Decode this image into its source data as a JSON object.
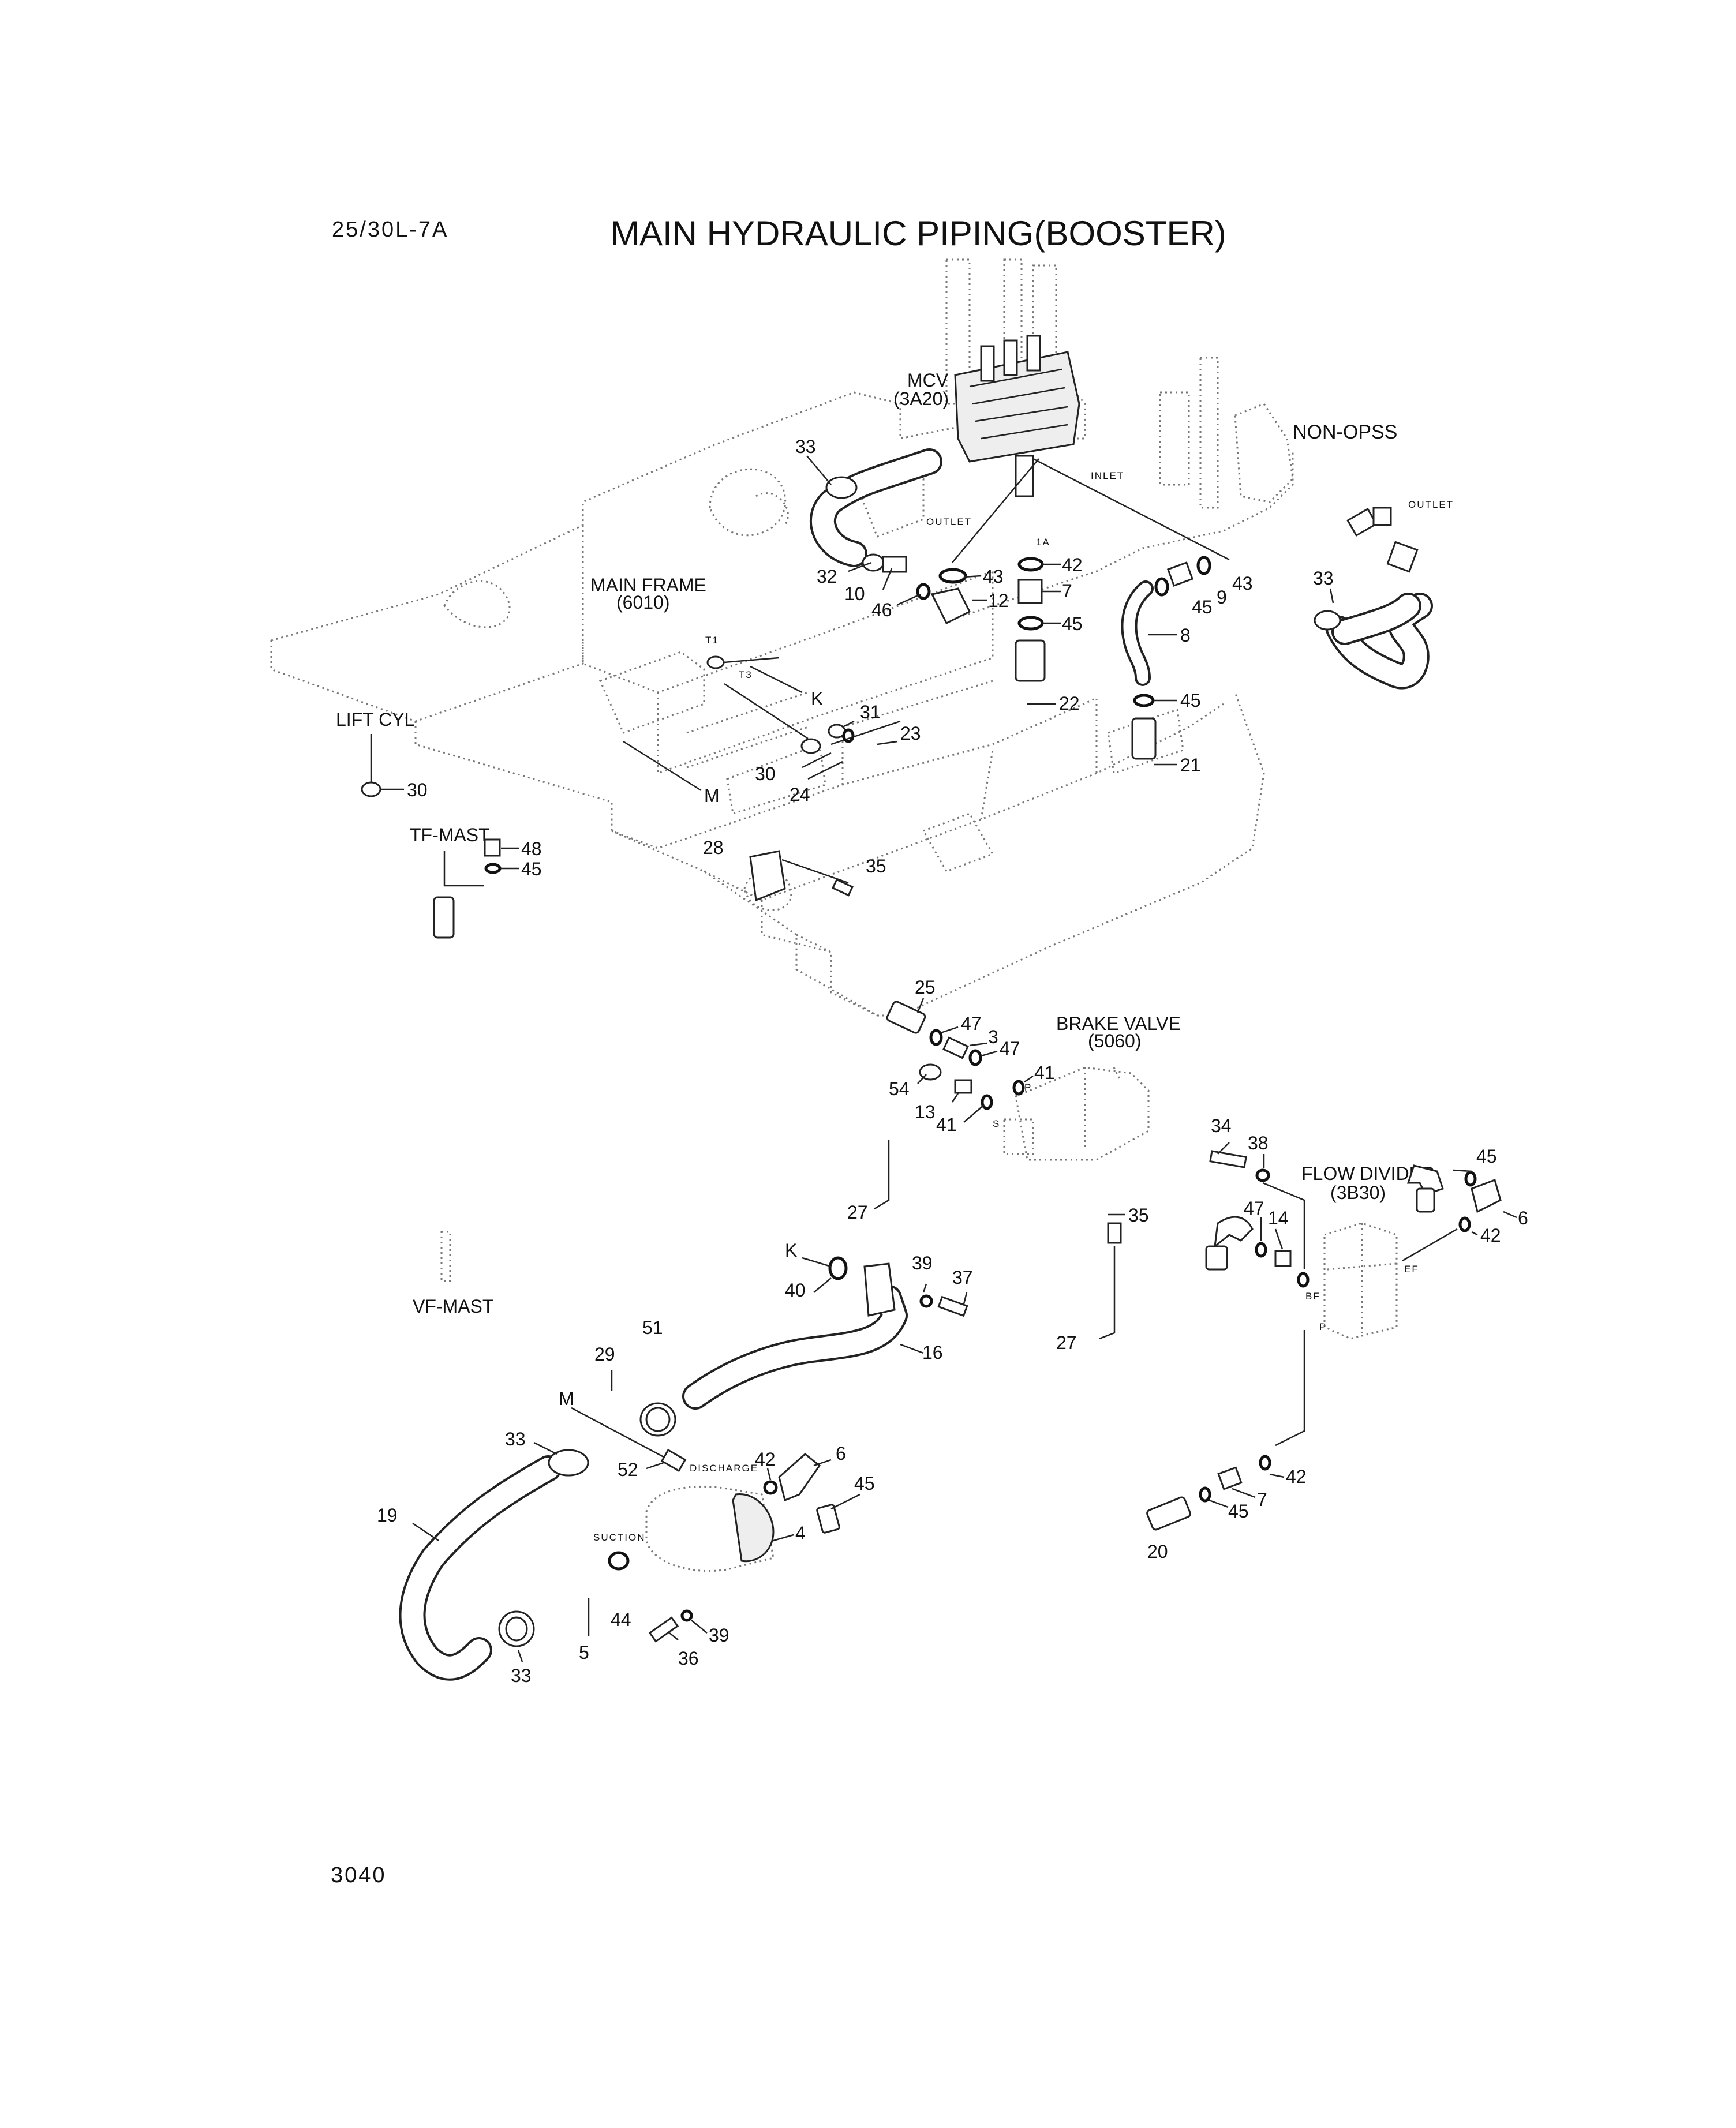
{
  "model": "25/30L-7A",
  "title": "MAIN HYDRAULIC PIPING(BOOSTER)",
  "page_number": "3040",
  "labels": {
    "mcv": "MCV",
    "mcv_ref": "(3A20)",
    "non_opss": "NON-OPSS",
    "main_frame": "MAIN FRAME",
    "main_frame_ref": "(6010)",
    "lift_cyl": "LIFT CYL",
    "tf_mast": "TF-MAST",
    "vf_mast": "VF-MAST",
    "brake_valve": "BRAKE VALVE",
    "brake_valve_ref": "(5060)",
    "flow_divider": "FLOW DIVIDER",
    "flow_divider_ref": "(3B30)"
  },
  "port_labels": {
    "inlet": "INLET",
    "outlet_mcv": "OUTLET",
    "outlet_nonopss": "OUTLET",
    "port_1a": "1A",
    "t1": "T1",
    "t3": "T3",
    "discharge": "DISCHARGE",
    "suction": "SUCTION",
    "p_brake": "P",
    "s_brake": "S",
    "bf": "BF",
    "ef": "EF",
    "p_fd": "P"
  },
  "callouts": {
    "c33_top": "33",
    "c32": "32",
    "c10": "10",
    "c46": "46",
    "c43_a": "43",
    "c12": "12",
    "c42_a": "42",
    "c7_a": "7",
    "c45_a": "45",
    "c9": "9",
    "c45_b": "45",
    "c43_b": "43",
    "c8": "8",
    "c45_c": "45",
    "c21": "21",
    "c22": "22",
    "c33_r": "33",
    "c_k_upper": "K",
    "c31": "31",
    "c23": "23",
    "c30_a": "30",
    "c24": "24",
    "c_m_upper": "M",
    "c30_b": "30",
    "c48": "48",
    "c45_d": "45",
    "c28": "28",
    "c35_a": "35",
    "c25": "25",
    "c47_a": "47",
    "c3": "3",
    "c47_b": "47",
    "c41_a": "41",
    "c54": "54",
    "c13": "13",
    "c41_b": "41",
    "c27_a": "27",
    "c34": "34",
    "c38": "38",
    "c45_e": "45",
    "c47_c": "47",
    "c14": "14",
    "c6_a": "6",
    "c42_b": "42",
    "c35_b": "35",
    "c27_b": "27",
    "c42_c": "42",
    "c7_b": "7",
    "c45_f": "45",
    "c20": "20",
    "c_k_lower": "K",
    "c40": "40",
    "c39_a": "39",
    "c37": "37",
    "c51": "51",
    "c16": "16",
    "c29": "29",
    "c_m_lower": "M",
    "c33_l": "33",
    "c52": "52",
    "c42_d": "42",
    "c6_b": "6",
    "c45_g": "45",
    "c19": "19",
    "c4": "4",
    "c44": "44",
    "c5": "5",
    "c39_b": "39",
    "c36": "36",
    "c33_b": "33"
  }
}
